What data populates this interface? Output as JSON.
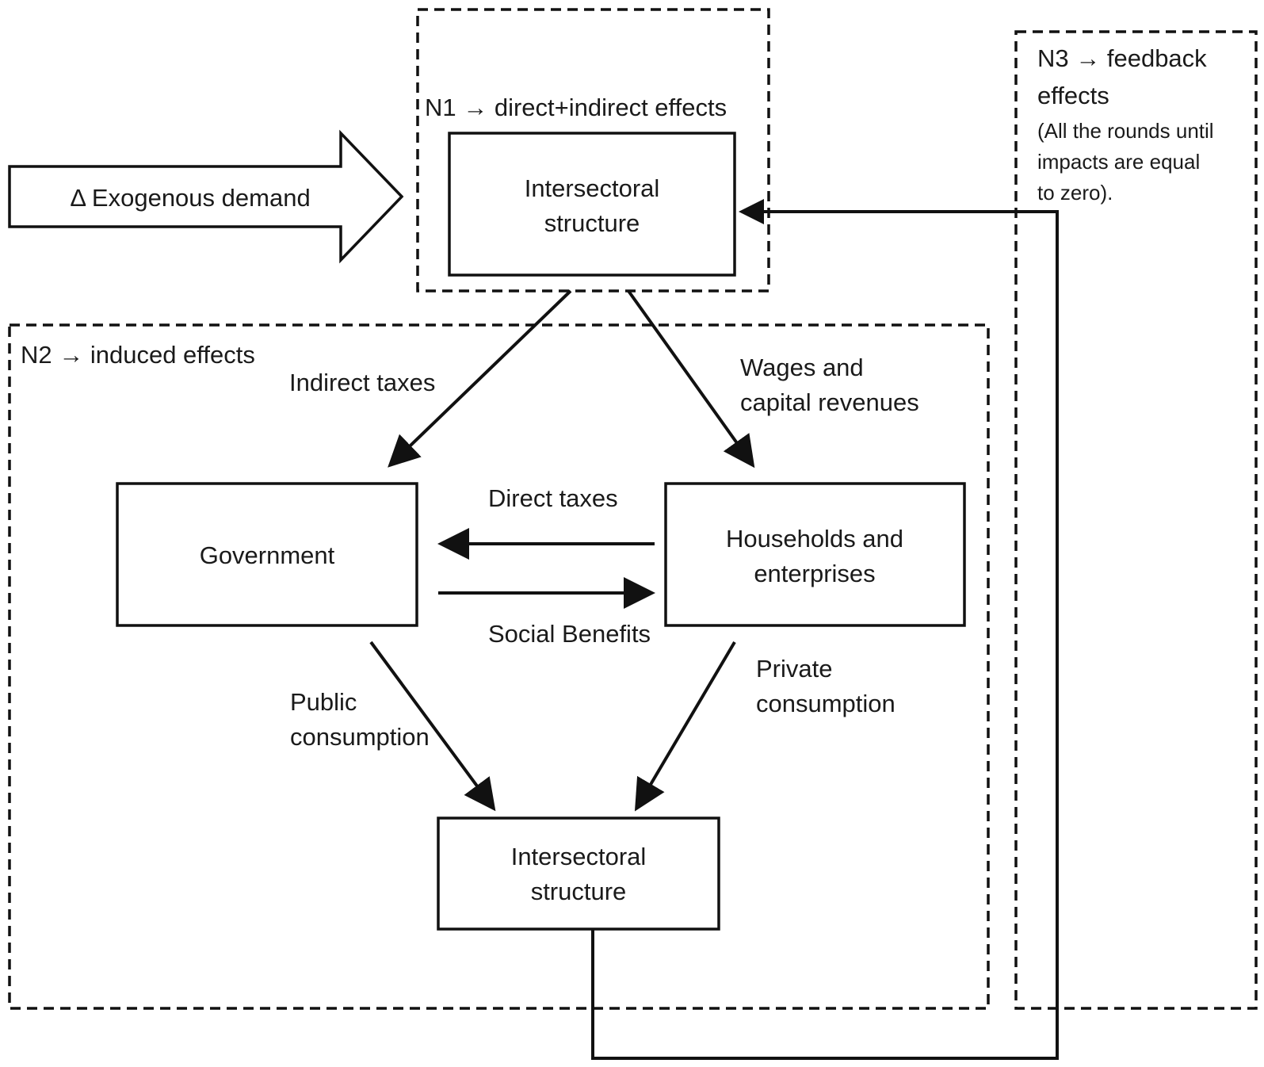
{
  "zones": {
    "n1": {
      "label": "N1 → direct+indirect effects"
    },
    "n2": {
      "label": "N2 → induced effects"
    },
    "n3": {
      "label_line1": "N3 → feedback",
      "label_line2": "effects",
      "note_line1": "(All the rounds until",
      "note_line2": "impacts are equal",
      "note_line3": "to zero)."
    }
  },
  "exogenous_demand": {
    "label": "Δ Exogenous demand"
  },
  "nodes": {
    "intersectoral_top": {
      "line1": "Intersectoral",
      "line2": "structure"
    },
    "government": {
      "label": "Government"
    },
    "households": {
      "line1": "Households and",
      "line2": "enterprises"
    },
    "intersectoral_bottom": {
      "line1": "Intersectoral",
      "line2": "structure"
    }
  },
  "flows": {
    "indirect_taxes": "Indirect taxes",
    "wages_line1": "Wages and",
    "wages_line2": "capital revenues",
    "direct_taxes": "Direct taxes",
    "social_benefits": "Social Benefits",
    "public_line1": "Public",
    "public_line2": "consumption",
    "private_line1": "Private",
    "private_line2": "consumption"
  }
}
